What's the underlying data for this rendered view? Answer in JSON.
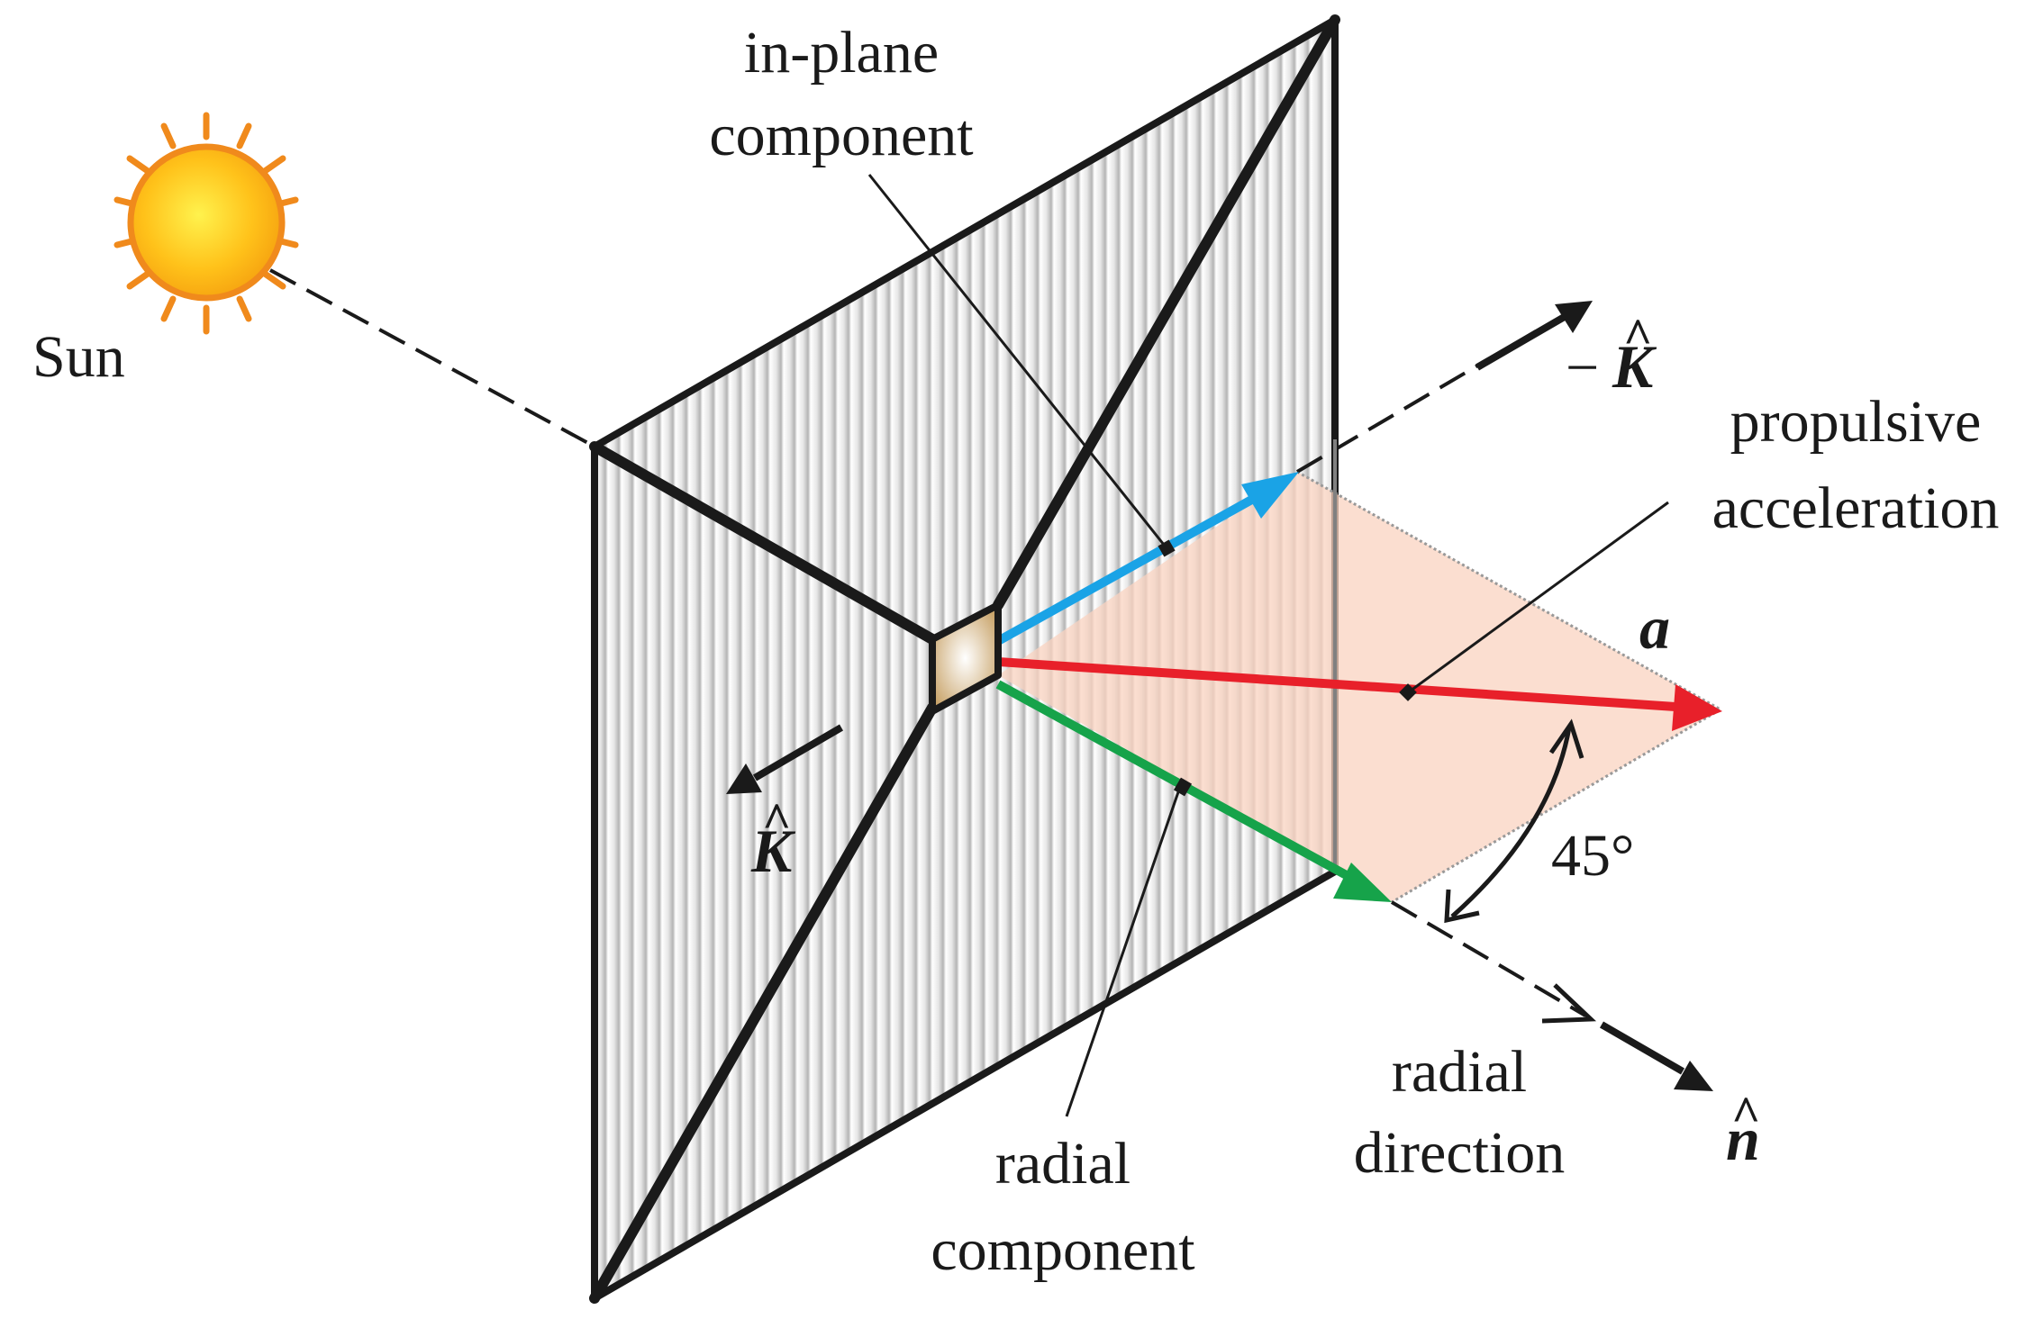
{
  "labels": {
    "sun": "Sun",
    "in_plane_line1": "in-plane",
    "in_plane_line2": "component",
    "propulsive_line1": "propulsive",
    "propulsive_line2": "acceleration",
    "radial_comp_line1": "radial",
    "radial_comp_line2": "component",
    "radial_dir_line1": "radial",
    "radial_dir_line2": "direction",
    "angle": "45°"
  },
  "symbols": {
    "a": "a",
    "minus_k_sign": "−",
    "k_letter": "K",
    "n_letter": "n",
    "hat_mark": "^"
  },
  "colors": {
    "in_plane_vector": "#1aa3e6",
    "acceleration_vector": "#e8202a",
    "radial_vector": "#16a34a",
    "parallelogram_fill": "#f9d8c8",
    "sun_fill": "#fbbf24",
    "sun_outline": "#f08a1c",
    "sail_frame": "#1a1a1a",
    "hub_fill": "#d9c29a"
  },
  "icons": {
    "sun": "sun-icon"
  }
}
